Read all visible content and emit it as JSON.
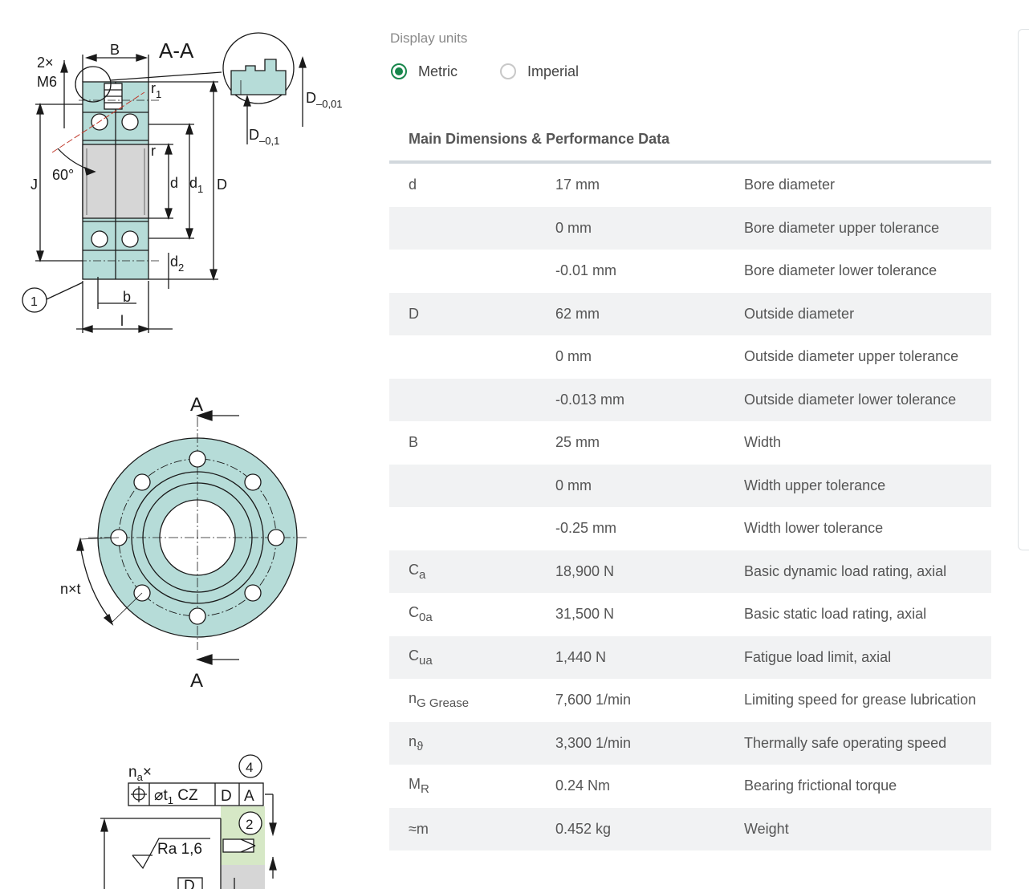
{
  "display_units": {
    "label": "Display units",
    "options": [
      {
        "label": "Metric",
        "checked": true
      },
      {
        "label": "Imperial",
        "checked": false
      }
    ]
  },
  "section_title": "Main Dimensions & Performance Data",
  "rows": [
    {
      "sym": "d",
      "sub": "",
      "value": "17 mm",
      "desc": "Bore diameter"
    },
    {
      "sym": "",
      "sub": "",
      "value": "0 mm",
      "desc": "Bore diameter upper tolerance"
    },
    {
      "sym": "",
      "sub": "",
      "value": "-0.01 mm",
      "desc": "Bore diameter lower tolerance"
    },
    {
      "sym": "D",
      "sub": "",
      "value": "62 mm",
      "desc": "Outside diameter"
    },
    {
      "sym": "",
      "sub": "",
      "value": "0 mm",
      "desc": "Outside diameter upper tolerance"
    },
    {
      "sym": "",
      "sub": "",
      "value": "-0.013 mm",
      "desc": "Outside diameter lower tolerance"
    },
    {
      "sym": "B",
      "sub": "",
      "value": "25 mm",
      "desc": "Width"
    },
    {
      "sym": "",
      "sub": "",
      "value": "0 mm",
      "desc": "Width upper tolerance"
    },
    {
      "sym": "",
      "sub": "",
      "value": "-0.25 mm",
      "desc": "Width lower tolerance"
    },
    {
      "sym": "C",
      "sub": "a",
      "value": "18,900 N",
      "desc": "Basic dynamic load rating, axial"
    },
    {
      "sym": "C",
      "sub": "0a",
      "value": "31,500 N",
      "desc": "Basic static load rating, axial"
    },
    {
      "sym": "C",
      "sub": "ua",
      "value": "1,440 N",
      "desc": "Fatigue load limit, axial"
    },
    {
      "sym": "n",
      "sub": "G Grease",
      "value": "7,600 1/min",
      "desc": "Limiting speed for grease lubrication"
    },
    {
      "sym": "n",
      "sub": "ϑ",
      "value": "3,300 1/min",
      "desc": "Thermally safe operating speed"
    },
    {
      "sym": "M",
      "sub": "R",
      "value": "0.24 Nm",
      "desc": "Bearing frictional torque"
    },
    {
      "sym": "≈m",
      "sub": "",
      "value": "0.452 kg",
      "desc": "Weight"
    }
  ],
  "drawing": {
    "section_title": "A-A",
    "labels": {
      "two_x": "2×",
      "m6": "M6",
      "B": "B",
      "r1": "r",
      "r1_sub": "1",
      "r": "r",
      "J": "J",
      "angle": "60°",
      "d": "d",
      "d1": "d",
      "d1_sub": "1",
      "D": "D",
      "d2": "d",
      "d2_sub": "2",
      "b": "b",
      "l": "l",
      "callout_1": "1",
      "D_tol_001": "D",
      "D_tol_001_sub": "–0,01",
      "D_tol_01": "D",
      "D_tol_01_sub": "–0,1",
      "section_A_top": "A",
      "section_A_bottom": "A",
      "nxt": "n×t",
      "na": "n",
      "na_sub": "a",
      "na_x": "×",
      "t1": "t",
      "t1_sub": "1",
      "cz": "CZ",
      "datum_D": "D",
      "datum_A": "A",
      "callout_4": "4",
      "callout_2": "2",
      "ra": "Ra 1,6",
      "datum_D_bottom": "D"
    },
    "colors": {
      "fill": "#b6dcd8",
      "line": "#1a1a1a",
      "accent_red": "#c0392b"
    }
  },
  "colors": {
    "radio_checked": "#17864b",
    "row_alt": "#f1f2f3",
    "rule": "#d2d8dd"
  }
}
